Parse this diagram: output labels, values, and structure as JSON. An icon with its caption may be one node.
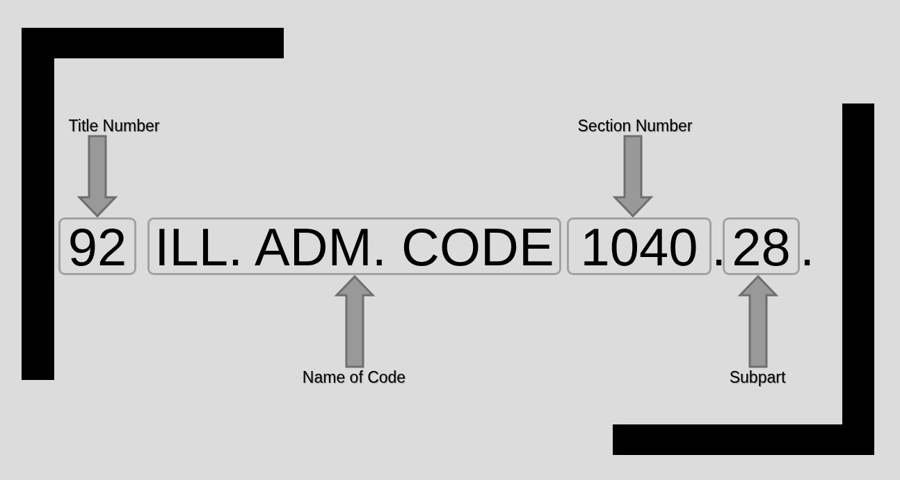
{
  "diagram": {
    "nodes": [
      {
        "text": [
          "Title Number"
        ]
      },
      {
        "text": [
          "Section Number"
        ]
      },
      {
        "text": [
          "92"
        ]
      },
      {
        "text": [
          "ILL. ADM. CODE"
        ]
      },
      {
        "text": [
          "1040"
        ]
      },
      {
        "text": [
          "28"
        ]
      },
      {
        "text": [
          "Name of Code"
        ]
      },
      {
        "text": [
          "Subpart"
        ]
      }
    ],
    "edges": [
      {
        "from": 0,
        "to": 2,
        "arrow": "to"
      },
      {
        "from": 1,
        "to": 4,
        "arrow": "to"
      },
      {
        "from": 6,
        "to": 3,
        "arrow": "to"
      },
      {
        "from": 7,
        "to": 5,
        "arrow": "to"
      }
    ],
    "labels": [
      ".",
      "."
    ]
  }
}
